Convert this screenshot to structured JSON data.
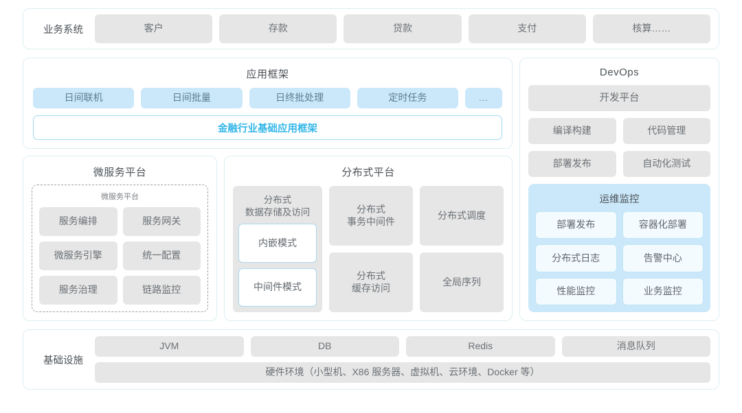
{
  "business_row": {
    "label": "业务系统",
    "items": [
      "客户",
      "存款",
      "贷款",
      "支付",
      "核算……"
    ]
  },
  "app_framework": {
    "title": "应用框架",
    "items": [
      "日间联机",
      "日间批量",
      "日终批处理",
      "定时任务"
    ],
    "more": "...",
    "base_label": "金融行业基础应用框架",
    "base_color": "#36b7e8"
  },
  "microservice_platform": {
    "title": "微服务平台",
    "inner_title": "微服务平台",
    "items": [
      "服务编排",
      "服务网关",
      "微服务引擎",
      "统一配置",
      "服务治理",
      "链路监控"
    ]
  },
  "distributed_platform": {
    "title": "分布式平台",
    "storage": {
      "title": "分布式\n数据存储及访问",
      "title_line1": "分布式",
      "title_line2": "数据存储及访问",
      "modes": [
        "内嵌模式",
        "中间件模式"
      ]
    },
    "cells": [
      {
        "line1": "分布式",
        "line2": "事务中间件"
      },
      {
        "line1": "分布式调度",
        "line2": ""
      },
      {
        "line1": "分布式",
        "line2": "缓存访问"
      },
      {
        "line1": "全局序列",
        "line2": ""
      }
    ]
  },
  "devops": {
    "title": "DevOps",
    "platform": "开发平台",
    "items": [
      "编译构建",
      "代码管理",
      "部署发布",
      "自动化测试"
    ],
    "ops": {
      "title": "运维监控",
      "items": [
        "部署发布",
        "容器化部署",
        "分布式日志",
        "告警中心",
        "性能监控",
        "业务监控"
      ]
    }
  },
  "infrastructure": {
    "label": "基础设施",
    "items": [
      "JVM",
      "DB",
      "Redis",
      "消息队列"
    ],
    "hardware": "硬件环境（小型机、X86 服务器、虚拟机、云环境、Docker 等）"
  },
  "colors": {
    "tile_gray": "#e6e6e6",
    "tile_blue": "#cbe8fa",
    "panel_border": "#dceef2",
    "accent": "#36b7e8"
  }
}
